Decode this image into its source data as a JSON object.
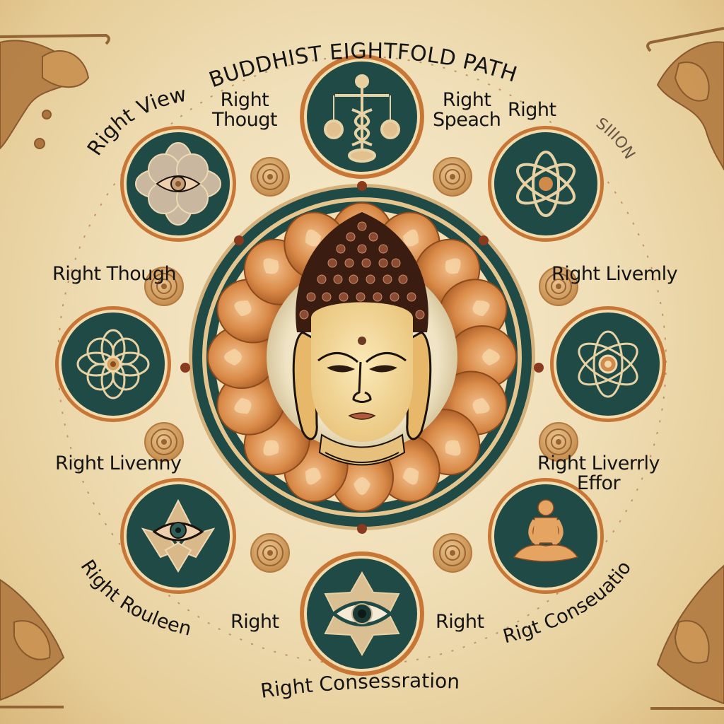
{
  "title": "BUDDHIST EIGHTFOLD PATH",
  "colors": {
    "parchment": "#f0dfb8",
    "teal": "#1f4a45",
    "copper": "#c97a3a",
    "gold": "#d9b47a",
    "ink": "#141414"
  },
  "center": {
    "figure": "buddha-head",
    "ring": "lotus-petal-ring"
  },
  "labels": {
    "top_left_arc": "Right View",
    "top_center_left": {
      "line1": "Right",
      "line2": "Thougt"
    },
    "top_center_right": {
      "line1": "Right",
      "line2": "Speach"
    },
    "top_right": "Right",
    "top_right_arc": "SIIION",
    "mid_left": "Right Though",
    "mid_right": "Right Livemly",
    "lower_left": "Right Livenny",
    "lower_right": {
      "line1": "Right Liverrly",
      "line2": "Effor"
    },
    "bottom_left_arc": "Right Rouleen",
    "bottom_center_left": "Right",
    "bottom_center_right": "Right",
    "bottom_right_arc": "Rigt Conseuatio",
    "bottom": "Right Consessration"
  },
  "medallions": [
    {
      "position": "top",
      "icon": "scales-caduceus"
    },
    {
      "position": "top-left",
      "icon": "lotus-eye"
    },
    {
      "position": "top-right",
      "icon": "lotus-atom"
    },
    {
      "position": "left",
      "icon": "lotus-flower"
    },
    {
      "position": "right",
      "icon": "atom-knot"
    },
    {
      "position": "bottom-left",
      "icon": "lotus-eye"
    },
    {
      "position": "bottom",
      "icon": "star-eye"
    },
    {
      "position": "bottom-right",
      "icon": "meditating-figure"
    }
  ]
}
